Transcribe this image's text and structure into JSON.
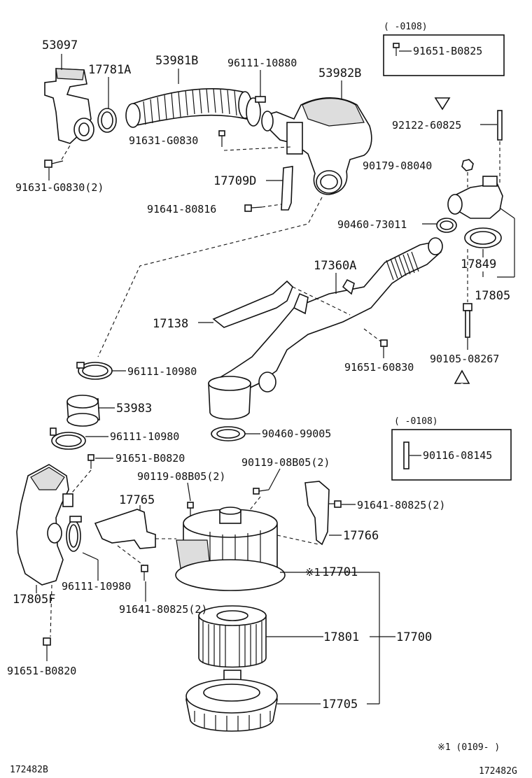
{
  "note_top_box": "(    -0108)",
  "part_top_box": "91651-B0825",
  "note_bottom_box": "(    -0108)",
  "part_bottom_box": "90116-08145",
  "labels": [
    "53097",
    "17781A",
    "53981B",
    "96111-10880",
    "53982B",
    "91631-G0830",
    "91631-G0830(2)",
    "17709D",
    "91641-80816",
    "92122-60825",
    "90179-08040",
    "90460-73011",
    "17849",
    "17805",
    "17360A",
    "17138",
    "91651-60830",
    "90105-08267",
    "96111-10980",
    "53983",
    "96111-10980",
    "90460-99005",
    "91651-B0820",
    "90119-08B05(2)",
    "90119-08B05(2)",
    "17765",
    "91641-80825(2)",
    "17766",
    "96111-10980",
    "91641-80825(2)",
    "17805F",
    "※1",
    "17701",
    "17801",
    "17700",
    "17705",
    "91651-B0820"
  ],
  "footnote": "※1 (0109-   )",
  "code_left": "172482B",
  "code_right": "172482G"
}
